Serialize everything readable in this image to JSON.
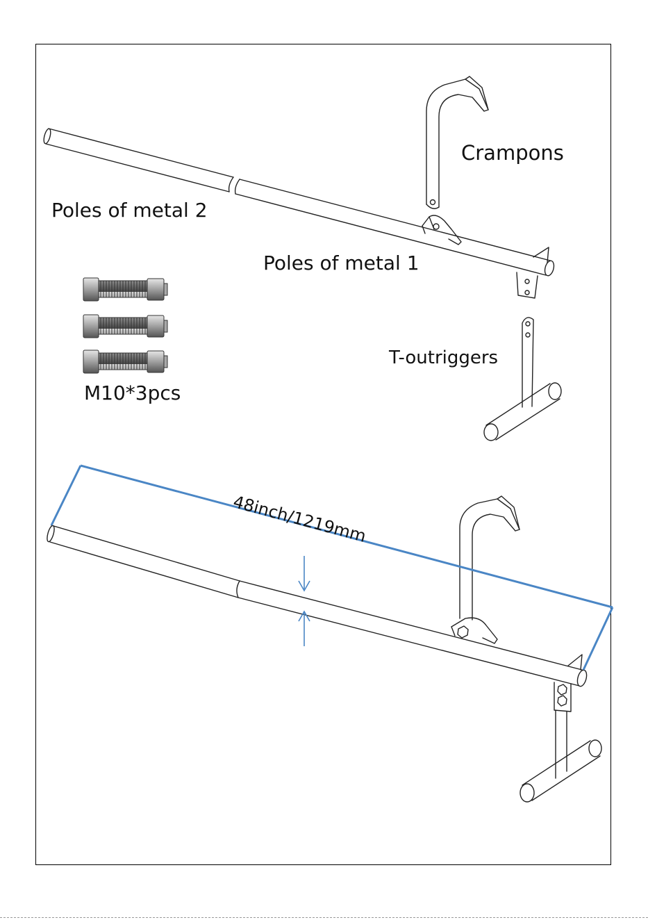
{
  "labels": {
    "crampons": "Crampons",
    "pole2": "Poles of metal 2",
    "pole1": "Poles of metal 1",
    "outriggers": "T-outriggers",
    "bolts": "M10*3pcs",
    "dimension": "48inch/1219mm"
  },
  "colors": {
    "outline": "#222222",
    "dimension": "#4a86c5"
  }
}
